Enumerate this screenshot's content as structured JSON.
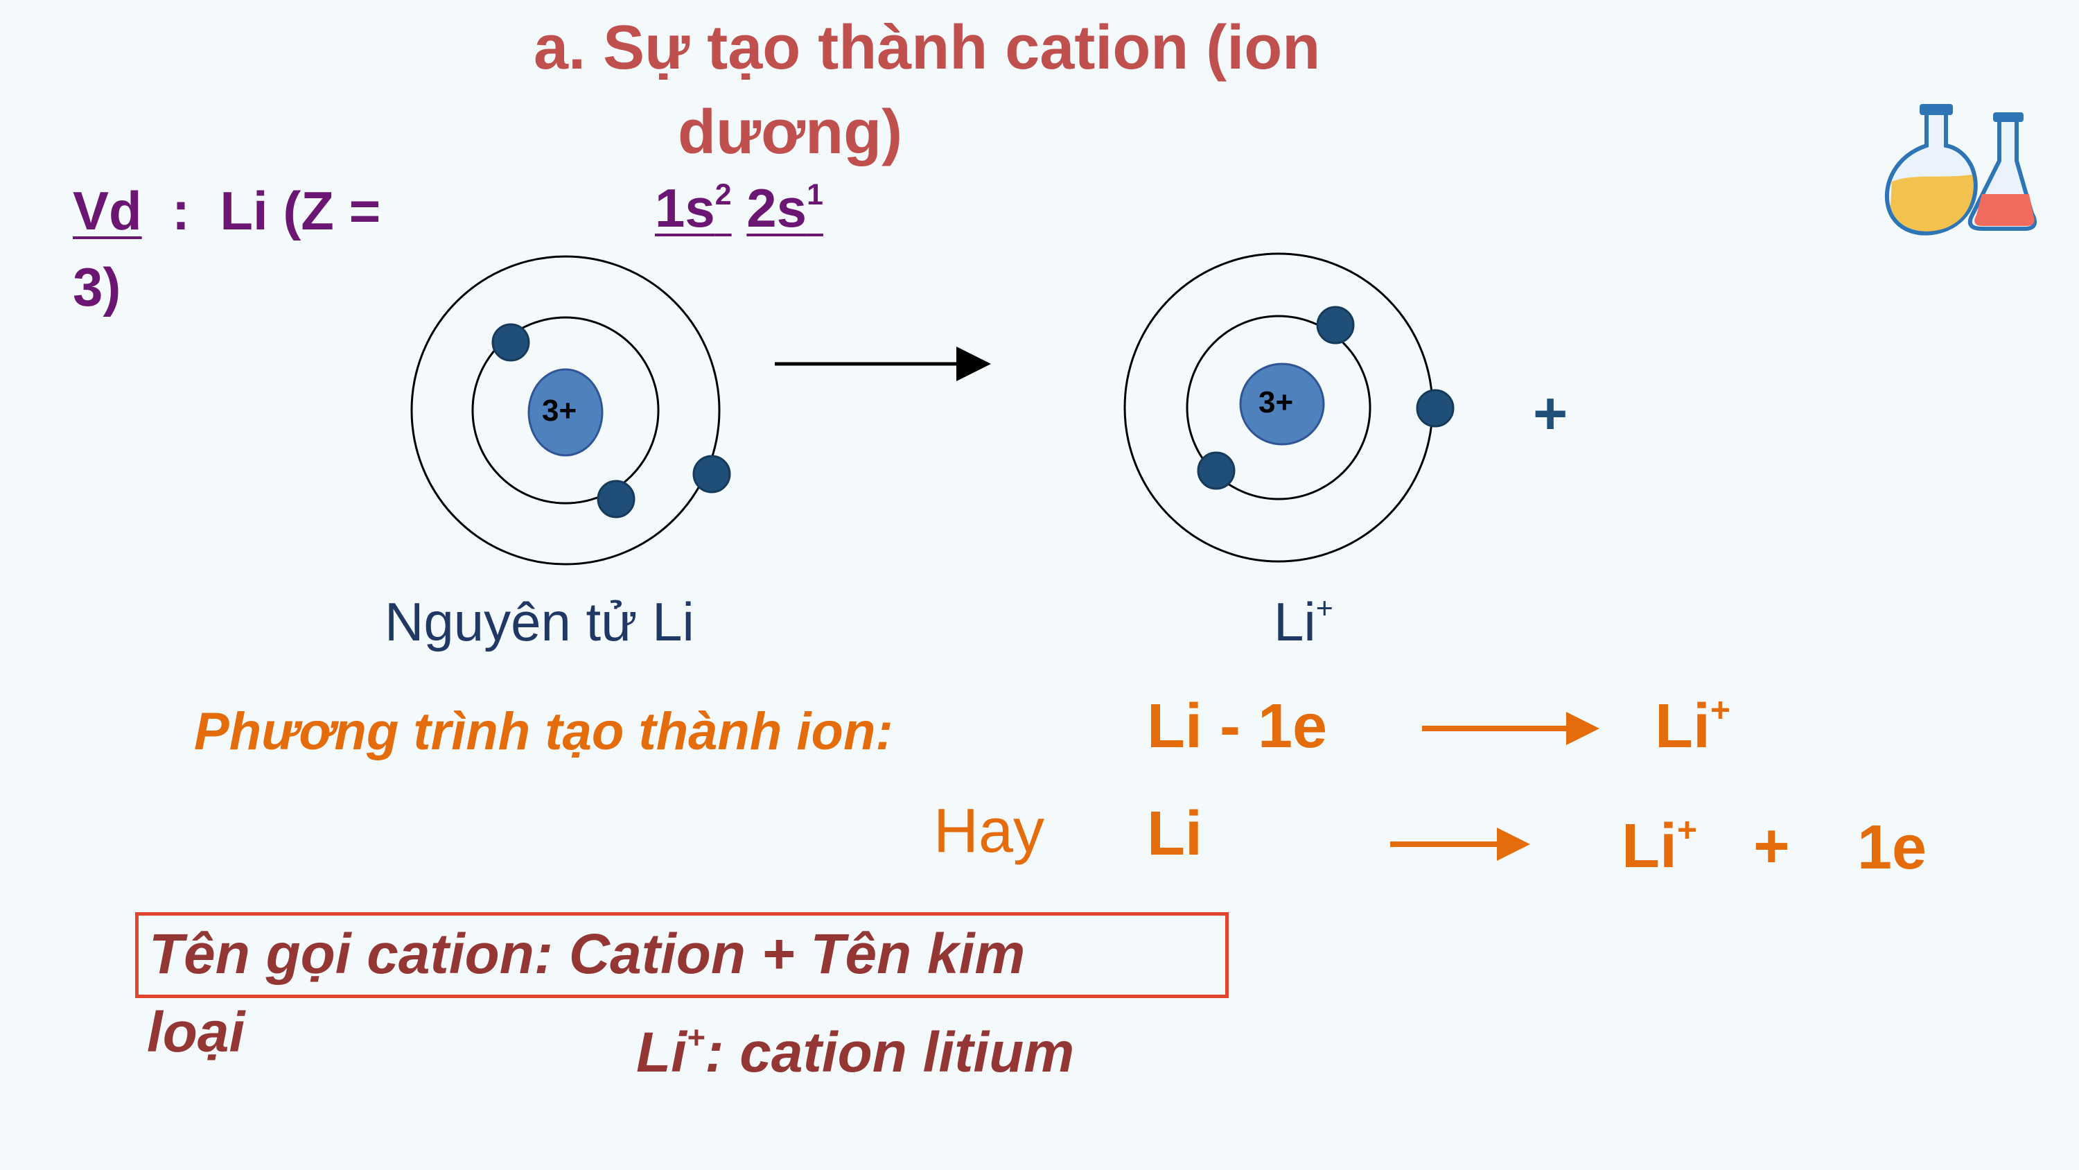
{
  "slide": {
    "title_line1": "a. Sự tạo thành cation (ion",
    "title_line2": "dương)",
    "example": {
      "prefix": "Vd",
      "colon": ":",
      "element_text": "Li (Z =",
      "z_value": "3)",
      "config_1s": "1s",
      "config_1s_exp": "2",
      "config_2s": "2s",
      "config_2s_exp": "1"
    },
    "atom_left": {
      "nucleus_charge": "3+",
      "label": "Nguyên tử Li"
    },
    "atom_right": {
      "nucleus_charge": "3+",
      "label_base": "Li",
      "label_sup": "+"
    },
    "plus_sign": "+",
    "equation": {
      "label": "Phương trình tạo thành ion:",
      "line1_left": "Li - 1e",
      "line1_right_base": "Li",
      "line1_right_sup": "+",
      "hay": "Hay",
      "line2_left": "Li",
      "line2_right_base": "Li",
      "line2_right_sup": "+",
      "line2_plus": "+",
      "line2_electron": "1e"
    },
    "naming": {
      "line1": "Tên gọi cation: Cation + Tên kim",
      "line2": "loại",
      "example_base": "Li",
      "example_sup": "+",
      "example_rest": ": cation litium"
    },
    "icons": [
      "flask-icon"
    ],
    "colors": {
      "title": "#c0504d",
      "example": "#6b1672",
      "equation": "#e46c0a",
      "naming": "#943634",
      "electron": "#1f4e79",
      "nucleus": "#4f81bd",
      "box_border": "#e0442c"
    }
  }
}
